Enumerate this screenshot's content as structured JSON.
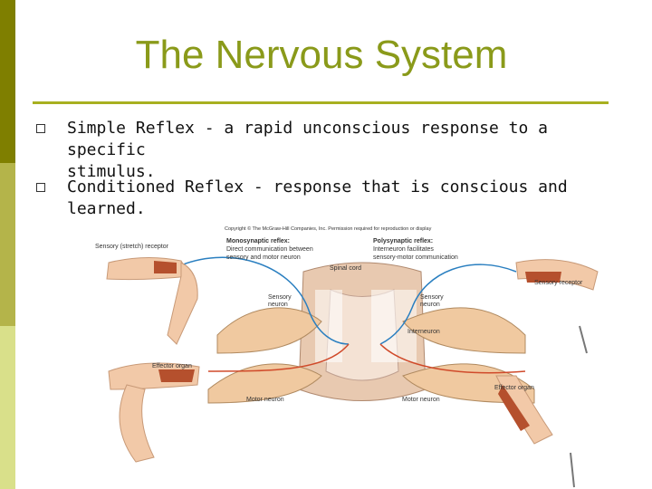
{
  "slide": {
    "title": "The Nervous System",
    "bullets": [
      {
        "line1": "Simple Reflex - a rapid unconscious response to a specific",
        "line2": "stimulus."
      },
      {
        "line1": "Conditioned Reflex - response that is conscious and learned.",
        "line2": ""
      }
    ]
  },
  "figure": {
    "copyright": "Copyright © The McGraw-Hill Companies, Inc. Permission required for reproduction or display",
    "mono_title": "Monosynaptic reflex:",
    "mono_l1": "Direct communication between",
    "mono_l2": "sensory and motor neuron",
    "poly_title": "Polysynaptic reflex:",
    "poly_l1": "Interneuron facilitates",
    "poly_l2": "sensory-motor communication",
    "spinal_cord": "Spinal cord",
    "sensory_stretch_receptor": "Sensory (stretch) receptor",
    "sensory_neuron_left": "Sensory",
    "sensory_neuron_left2": "neuron",
    "sensory_neuron_right": "Sensory",
    "sensory_neuron_right2": "neuron",
    "interneuron": "Interneuron",
    "sensory_receptor": "Sensory receptor",
    "effector_left": "Effector organ",
    "effector_right": "Effector organ",
    "motor_left": "Motor neuron",
    "motor_right": "Motor neuron"
  }
}
